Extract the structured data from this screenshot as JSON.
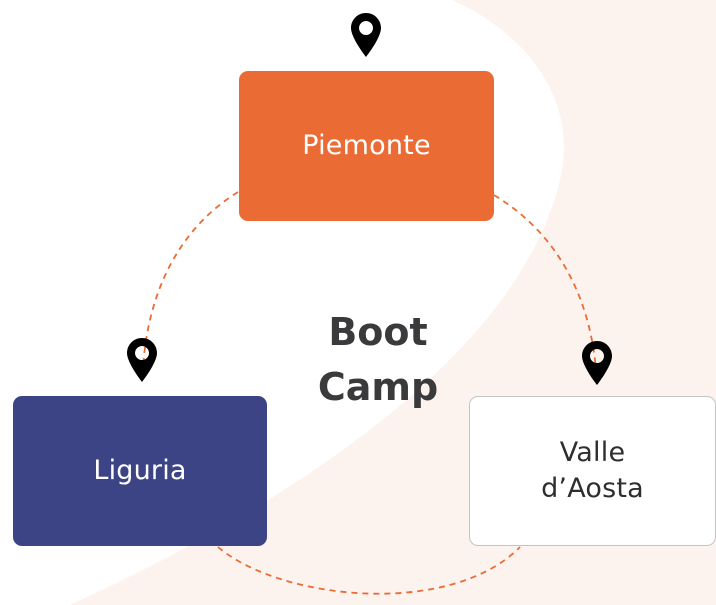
{
  "diagram": {
    "center_label": {
      "line1": "Boot",
      "line2": "Camp"
    },
    "nodes": {
      "piemonte": "Piemonte",
      "liguria": "Liguria",
      "valle_aosta": "Valle\nd’Aosta"
    },
    "icons": {
      "pin": "map-pin-icon"
    },
    "colors": {
      "piemonte_fill": "#EB6B35",
      "liguria_fill": "#3D4485",
      "valle_fill": "#FFFFFF",
      "connector": "#EB6B35",
      "pin": "#000000",
      "center_text": "#3A3A3C",
      "background_shape": "#FCF3EE"
    }
  }
}
